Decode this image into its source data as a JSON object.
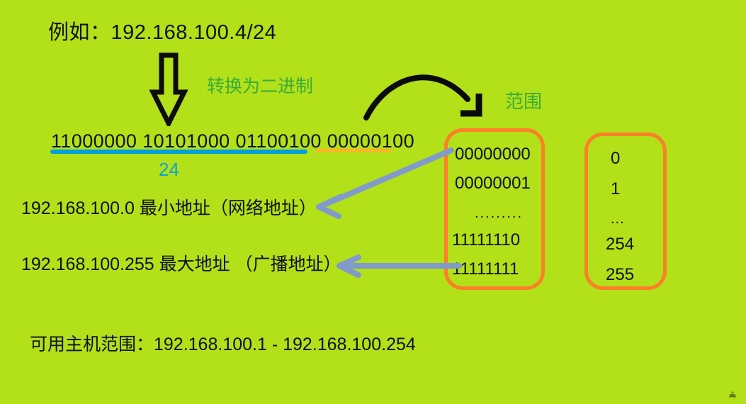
{
  "slide": {
    "background_color": "#b2e019",
    "example_line": "例如：192.168.100.4/24",
    "convert_label": "转换为二进制",
    "range_label": "范围",
    "binary_row": "11000000 10101000 01100100 00000100",
    "prefix_label": "24",
    "min_address_row": "192.168.100.0  最小地址（网络地址）",
    "max_address_row": "192.168.100.255 最大地址 （广播地址）",
    "host_range_row": "可用主机范围：192.168.100.1  -  192.168.100.254"
  },
  "colors": {
    "network_underline": "#00a0dc",
    "host_underline": "#ffb429",
    "prefix_text": "#0aa2d8",
    "annotation_green": "#3aab3a",
    "box_border_orange": "#fd7f28",
    "arrow_blue_gray": "#7f9acb",
    "arrow_black": "#000000"
  },
  "binary_range_box": {
    "items": [
      "00000000",
      "00000001",
      ".........",
      "11111110",
      "11111111"
    ]
  },
  "decimal_range_box": {
    "items": [
      "0",
      "1",
      "...",
      "254",
      "255"
    ]
  },
  "icons": {
    "down_arrow": "down-arrow-outline",
    "curved_arrow": "curved-arrow",
    "pointer_min": "left-arrow-diagonal",
    "pointer_max": "left-arrow-horizontal",
    "watermark": "watermark-icon"
  }
}
